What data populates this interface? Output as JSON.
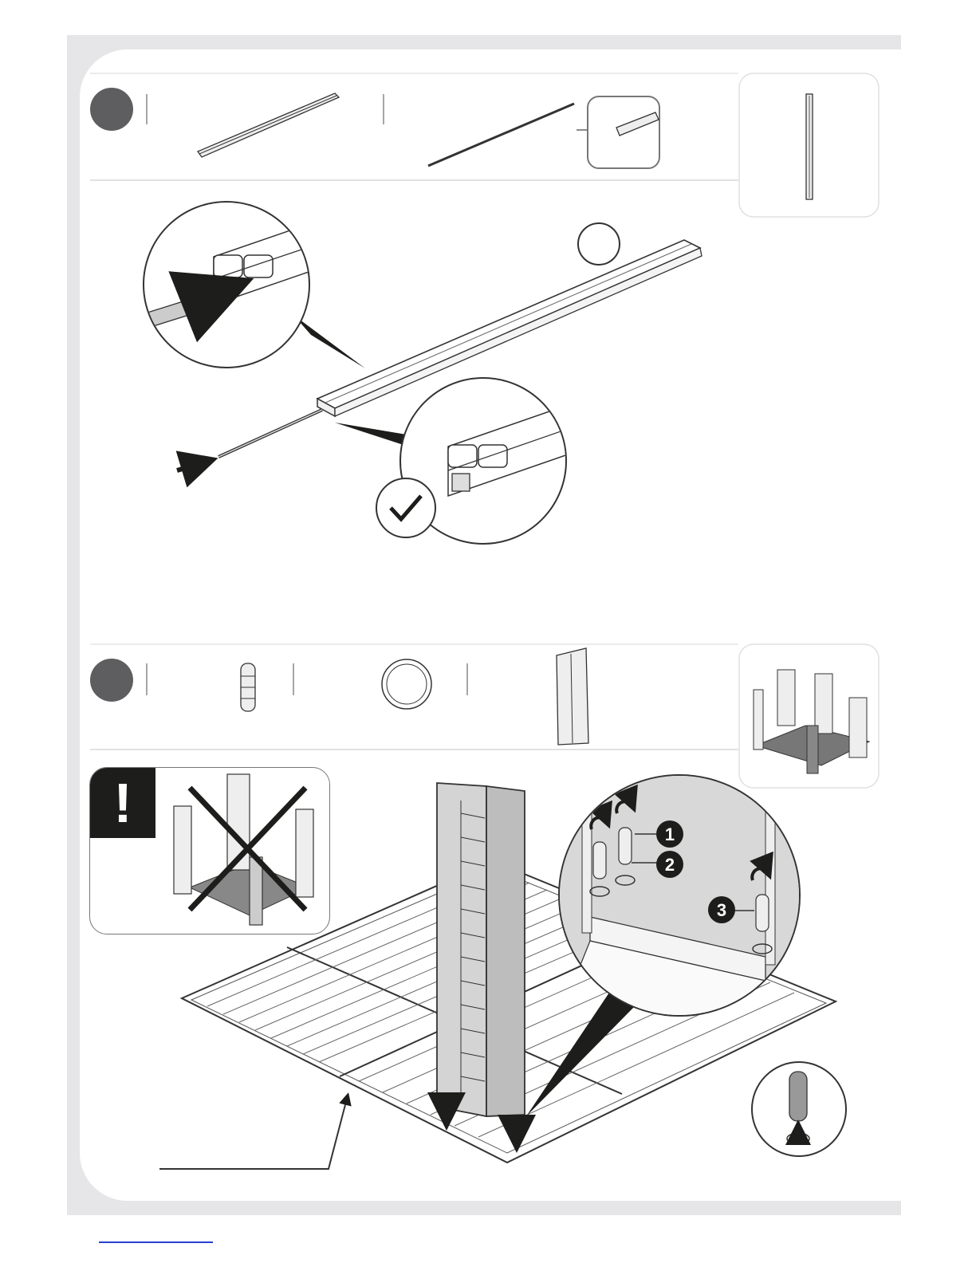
{
  "warning": {
    "symbol": "!"
  },
  "callouts": [
    "1",
    "2",
    "3"
  ],
  "icons": {
    "check": "checkmark-icon",
    "forbidden": "cross-out-icon",
    "arrow": "push-arrow-icon",
    "rotate": "rotate-arrow-icon"
  },
  "colors": {
    "badge": "#5e5e60",
    "frame": "#e6e6e8",
    "ink": "#1d1d1b",
    "panel": "#d4d4d4"
  }
}
